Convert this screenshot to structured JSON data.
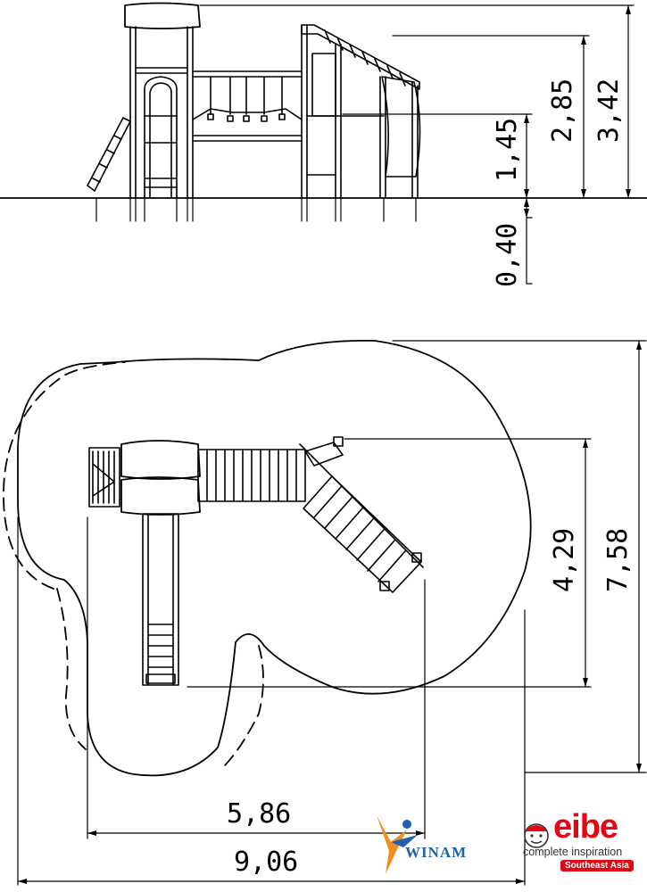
{
  "elevation": {
    "dims": {
      "d1": "2,85",
      "d2": "3,42",
      "d3": "1,45",
      "d4": "0,40"
    }
  },
  "plan": {
    "dims": {
      "d1": "4,29",
      "d2": "7,58",
      "d3": "5,86",
      "d4": "9,06"
    }
  },
  "logos": {
    "eibe": {
      "word": "eibe",
      "tagline": "complete inspiration",
      "region": "Southeast Asia",
      "color": "#e30613"
    },
    "winam": {
      "word": "WINAM",
      "color": "#1f5fb0"
    }
  }
}
